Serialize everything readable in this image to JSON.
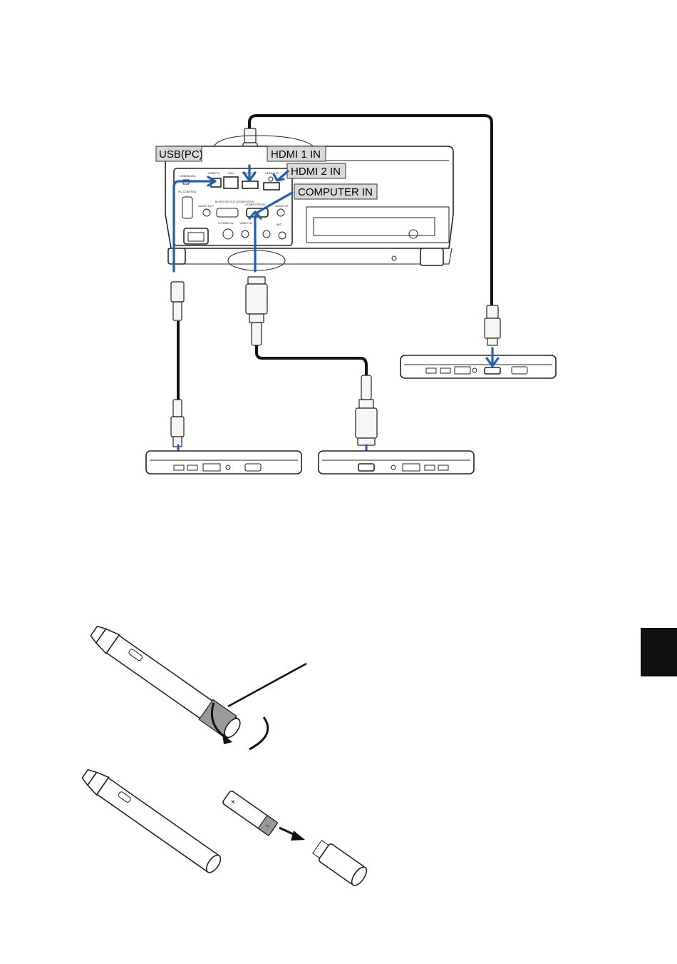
{
  "diagram": {
    "labels": {
      "usb_pc": "USB(PC)",
      "hdmi1_in": "HDMI 1 IN",
      "hdmi2_in": "HDMI 2 IN",
      "computer_in": "COMPUTER IN"
    },
    "panel_labels": {
      "usb_wlan": "USB(WLAN)",
      "usb_pc_small": "USB(PC)",
      "lan": "LAN",
      "hdmi1_small": "HDMI 1 IN",
      "hdmi2_small": "HDMI 2 IN",
      "pc_control": "PC CONTROL",
      "audio_out": "AUDIO OUT",
      "monitor_out": "MONITOR OUT (COMPUTER)",
      "computer_in_small": "COMPUTER IN",
      "audio_in": "AUDIO IN",
      "svideo_in": "S-VIDEO IN",
      "video_in": "VIDEO IN",
      "mic": "MIC"
    }
  },
  "accent_colors": {
    "arrow_blue": "#1f5fb0",
    "callout_gray": "#d9d9d9",
    "tab_black": "#111111"
  },
  "page_tab": {
    "text": ""
  }
}
